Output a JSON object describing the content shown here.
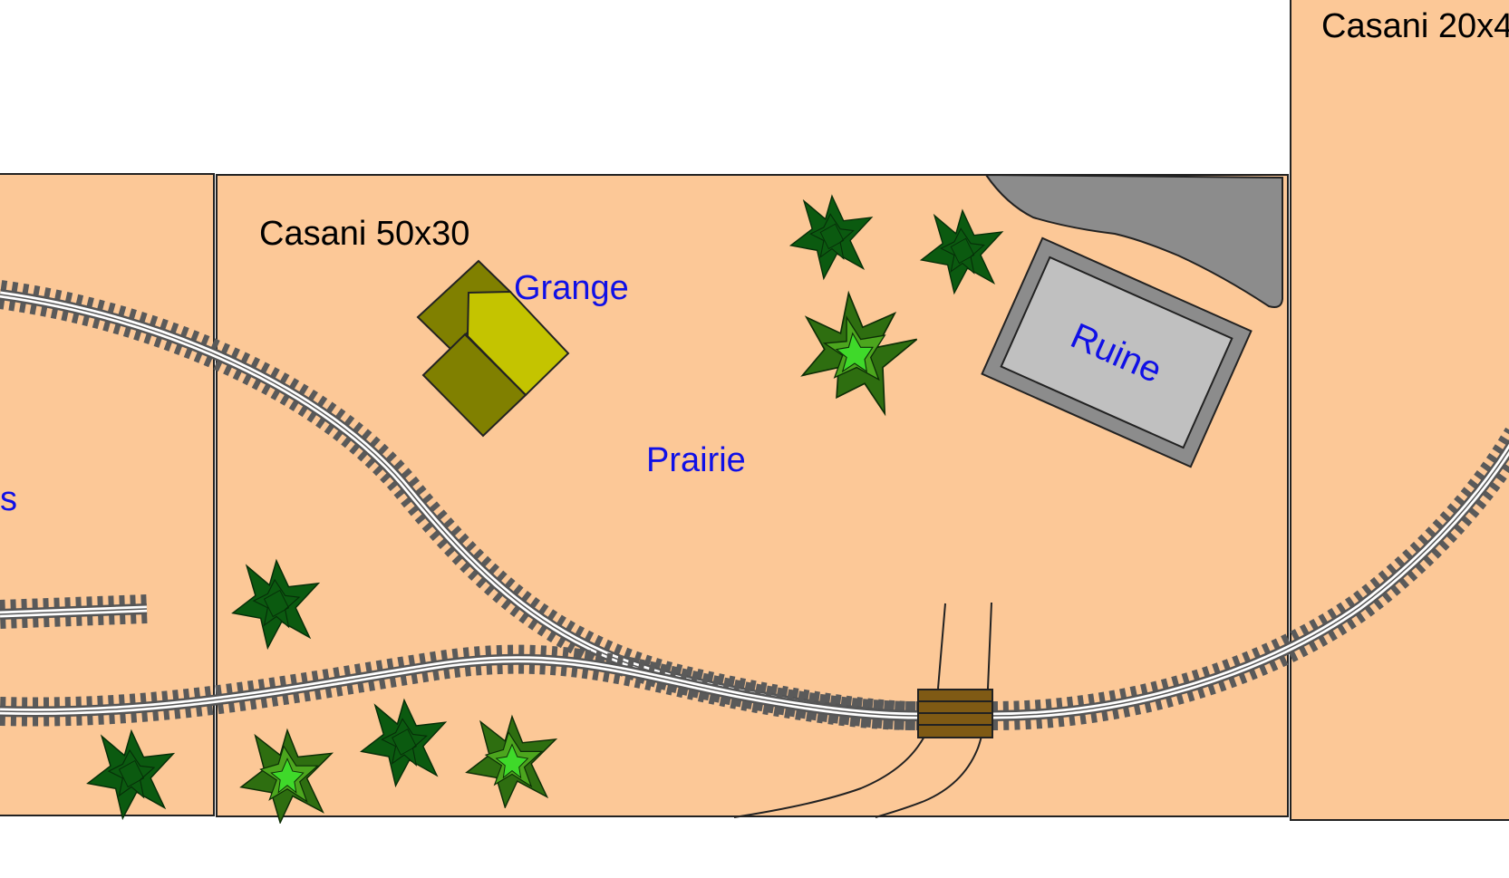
{
  "modules": {
    "center": {
      "label": "Casani 50x30"
    },
    "right": {
      "label": "Casani 20x4"
    },
    "left": {
      "partial_label": "s"
    }
  },
  "features": {
    "barn": {
      "label": "Grange"
    },
    "meadow": {
      "label": "Prairie"
    },
    "ruin": {
      "label": "Ruine"
    },
    "level_crossing": {
      "label": ""
    }
  },
  "colors": {
    "board": "#FCC897",
    "board_edge": "#222222",
    "text_module": "#000000",
    "text_feature": "#1010E6",
    "rock": "#8C8C8C",
    "ruin_outer": "#8C8C8C",
    "ruin_inner": "#C0C0C0",
    "barn_dark": "#808000",
    "barn_light": "#C4C400",
    "crossing": "#7F5A14",
    "tree_dark": "#0B5A10",
    "tree_mid": "#2E6E10",
    "tree_light": "#4CA61E",
    "tree_bright": "#3FD92A"
  }
}
